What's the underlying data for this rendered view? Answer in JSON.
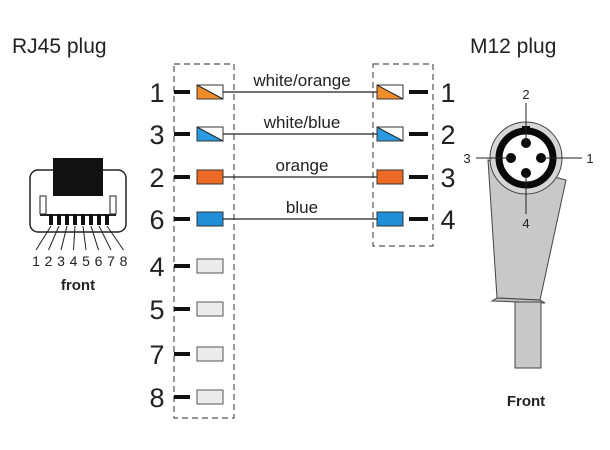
{
  "rj45": {
    "title": "RJ45 plug",
    "pin_digits": [
      "1",
      "2",
      "3",
      "4",
      "5",
      "6",
      "7",
      "8"
    ],
    "front_label": "front"
  },
  "m12": {
    "title": "M12 plug",
    "pin_labels": {
      "top": "2",
      "left": "3",
      "right": "1",
      "bottom": "4"
    },
    "front_label": "Front"
  },
  "pins_left": [
    "1",
    "3",
    "2",
    "6",
    "4",
    "5",
    "7",
    "8"
  ],
  "pins_right": [
    "1",
    "2",
    "3",
    "4"
  ],
  "wires": [
    {
      "label": "white/orange",
      "style": "split",
      "color": "#f08c2a"
    },
    {
      "label": "white/blue",
      "style": "split",
      "color": "#2a9be0"
    },
    {
      "label": "orange",
      "style": "solid",
      "color": "#ec6a23"
    },
    {
      "label": "blue",
      "style": "solid",
      "color": "#1f8fd8"
    }
  ],
  "unused_fill": "#ececec"
}
